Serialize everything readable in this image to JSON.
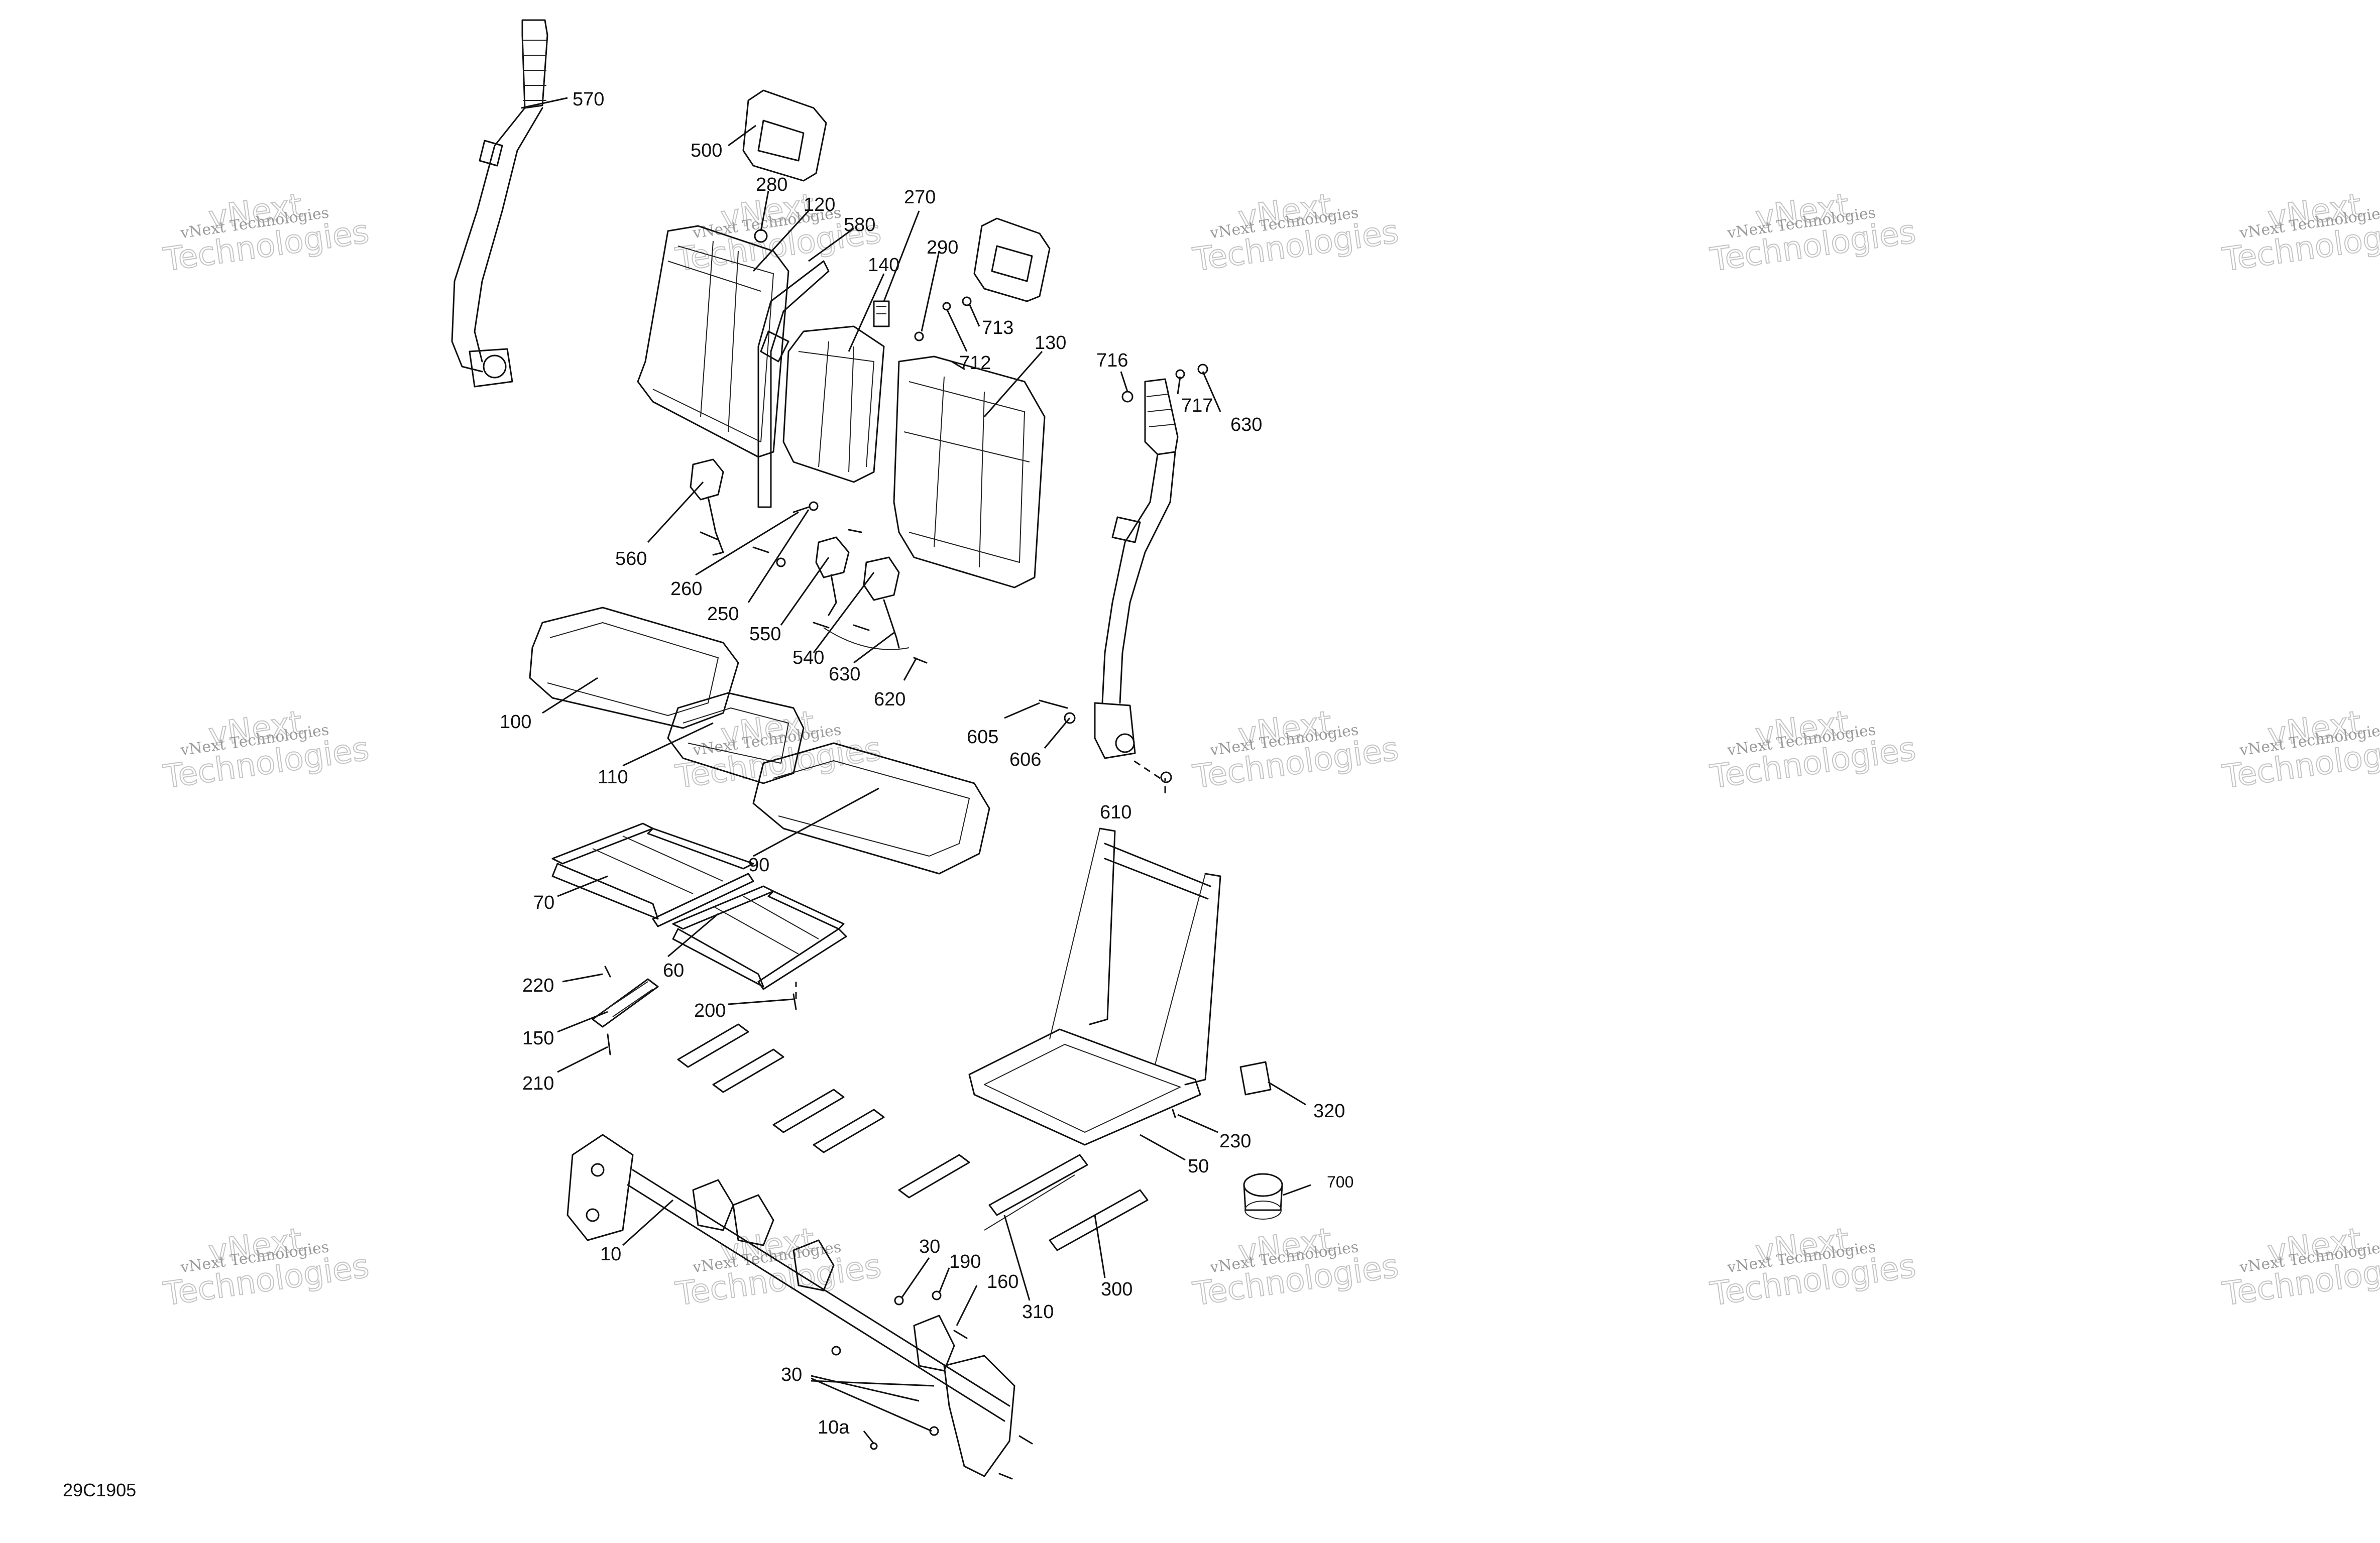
{
  "diagram_id": "29C1905",
  "watermark": {
    "text_small": "vNext Technologies",
    "text_large_top": "vNext",
    "text_large_bottom": "Technologies",
    "color": "#c4c4c4"
  },
  "callouts": {
    "c570": "570",
    "c500": "500",
    "c280": "280",
    "c120": "120",
    "c580": "580",
    "c270": "270",
    "c140": "140",
    "c290": "290",
    "c713": "713",
    "c712": "712",
    "c130": "130",
    "c716": "716",
    "c717": "717",
    "c630a": "630",
    "c560": "560",
    "c260": "260",
    "c250": "250",
    "c550": "550",
    "c540": "540",
    "c630b": "630",
    "c620": "620",
    "c605": "605",
    "c606": "606",
    "c610": "610",
    "c100": "100",
    "c110": "110",
    "c90": "90",
    "c70": "70",
    "c60": "60",
    "c220": "220",
    "c200": "200",
    "c150": "150",
    "c210": "210",
    "c320": "320",
    "c230": "230",
    "c50": "50",
    "c700": "700",
    "c10": "10",
    "c30a": "30",
    "c190": "190",
    "c160": "160",
    "c310": "310",
    "c300": "300",
    "c30b": "30",
    "c10a": "10a"
  },
  "colors": {
    "line": "#111111",
    "background": "#ffffff"
  }
}
